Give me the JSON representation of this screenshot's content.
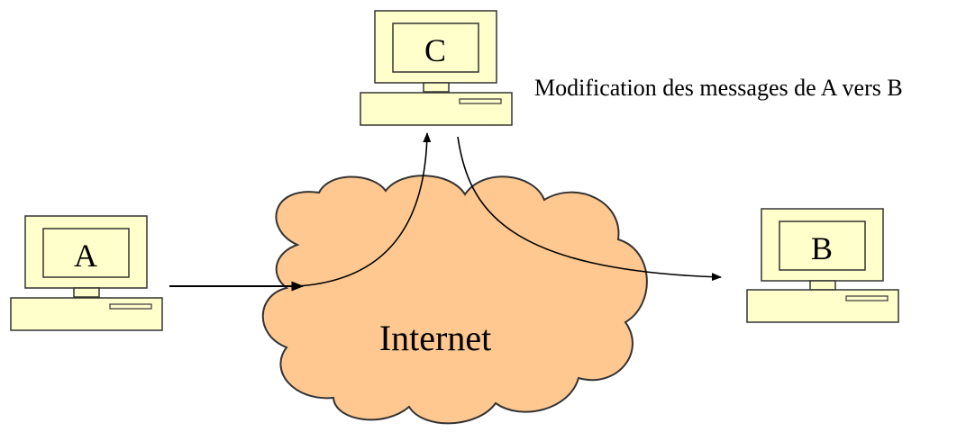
{
  "computers": {
    "a": {
      "label": "A"
    },
    "b": {
      "label": "B"
    },
    "c": {
      "label": "C"
    }
  },
  "cloud": {
    "label": "Internet"
  },
  "annotation": {
    "text": "Modification des messages de A vers B"
  },
  "colors": {
    "computer_fill": "#FFFFCC",
    "computer_stroke": "#333333",
    "cloud_fill": "#FFC891",
    "cloud_stroke": "#333333",
    "arrow": "#000000"
  }
}
